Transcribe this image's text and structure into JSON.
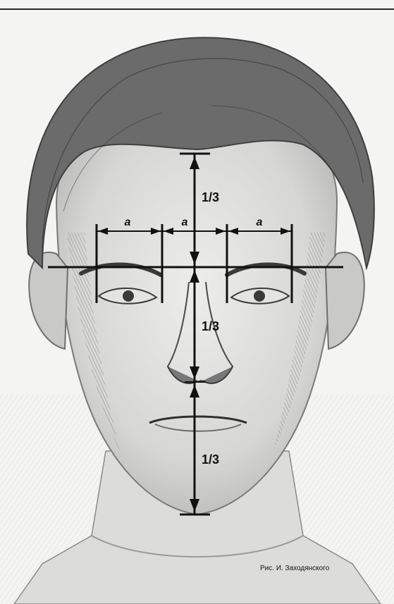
{
  "figure": {
    "fraction_upper": "1/3",
    "fraction_middle": "1/3",
    "fraction_lower": "1/3",
    "width_left": "a",
    "width_center": "a",
    "width_right": "a",
    "caption": "Рис. И. Заходянского"
  }
}
